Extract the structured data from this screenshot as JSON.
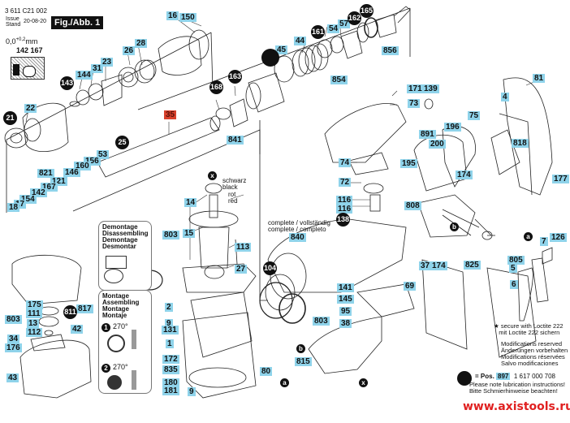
{
  "header": {
    "doc_number": "3 611 C21 002",
    "issue_label": "Issue",
    "stand_label": "Stand",
    "date": "20-08-20",
    "figure": "Fig./Abb. 1"
  },
  "tolerance": {
    "value": "0,0",
    "sup": "+0,2",
    "unit": "mm",
    "parts": "142 167"
  },
  "labels": [
    {
      "id": "16",
      "style": "blue"
    },
    {
      "id": "150",
      "style": "blue"
    },
    {
      "id": "28",
      "style": "blue"
    },
    {
      "id": "26",
      "style": "blue"
    },
    {
      "id": "23",
      "style": "blue"
    },
    {
      "id": "31",
      "style": "blue"
    },
    {
      "id": "144",
      "style": "blue"
    },
    {
      "id": "22",
      "style": "blue"
    },
    {
      "id": "45",
      "style": "blue"
    },
    {
      "id": "44",
      "style": "blue"
    },
    {
      "id": "54",
      "style": "blue"
    },
    {
      "id": "57",
      "style": "blue"
    },
    {
      "id": "856",
      "style": "blue"
    },
    {
      "id": "854",
      "style": "blue"
    },
    {
      "id": "841",
      "style": "blue"
    },
    {
      "id": "35",
      "style": "red"
    },
    {
      "id": "171",
      "style": "blue"
    },
    {
      "id": "139",
      "style": "blue"
    },
    {
      "id": "73",
      "style": "blue"
    },
    {
      "id": "81",
      "style": "blue"
    },
    {
      "id": "4",
      "style": "blue"
    },
    {
      "id": "75",
      "style": "blue"
    },
    {
      "id": "196",
      "style": "blue"
    },
    {
      "id": "891",
      "style": "blue"
    },
    {
      "id": "200",
      "style": "blue"
    },
    {
      "id": "818",
      "style": "blue"
    },
    {
      "id": "195",
      "style": "blue"
    },
    {
      "id": "174",
      "style": "blue"
    },
    {
      "id": "177",
      "style": "blue"
    },
    {
      "id": "74",
      "style": "blue"
    },
    {
      "id": "72",
      "style": "blue"
    },
    {
      "id": "116",
      "style": "blue"
    },
    {
      "id": "808",
      "style": "blue"
    },
    {
      "id": "53",
      "style": "blue"
    },
    {
      "id": "156",
      "style": "blue"
    },
    {
      "id": "160",
      "style": "blue"
    },
    {
      "id": "146",
      "style": "blue"
    },
    {
      "id": "821",
      "style": "blue"
    },
    {
      "id": "121",
      "style": "blue"
    },
    {
      "id": "167",
      "style": "blue"
    },
    {
      "id": "142",
      "style": "blue"
    },
    {
      "id": "154",
      "style": "blue"
    },
    {
      "id": "17",
      "style": "blue"
    },
    {
      "id": "18",
      "style": "blue"
    },
    {
      "id": "14",
      "style": "blue"
    },
    {
      "id": "803",
      "style": "blue"
    },
    {
      "id": "15",
      "style": "blue"
    },
    {
      "id": "113",
      "style": "blue"
    },
    {
      "id": "27",
      "style": "blue"
    },
    {
      "id": "840",
      "style": "blue"
    },
    {
      "id": "825",
      "style": "blue"
    },
    {
      "id": "7",
      "style": "blue"
    },
    {
      "id": "126",
      "style": "blue"
    },
    {
      "id": "805",
      "style": "blue"
    },
    {
      "id": "5",
      "style": "blue"
    },
    {
      "id": "6",
      "style": "blue"
    },
    {
      "id": "37",
      "style": "blue"
    },
    {
      "id": "141",
      "style": "blue"
    },
    {
      "id": "145",
      "style": "blue"
    },
    {
      "id": "95",
      "style": "blue"
    },
    {
      "id": "69",
      "style": "blue"
    },
    {
      "id": "38",
      "style": "blue"
    },
    {
      "id": "80",
      "style": "blue"
    },
    {
      "id": "815",
      "style": "blue"
    },
    {
      "id": "2",
      "style": "blue"
    },
    {
      "id": "9",
      "style": "blue"
    },
    {
      "id": "131",
      "style": "blue"
    },
    {
      "id": "1",
      "style": "blue"
    },
    {
      "id": "172",
      "style": "blue"
    },
    {
      "id": "835",
      "style": "blue"
    },
    {
      "id": "180",
      "style": "blue"
    },
    {
      "id": "181",
      "style": "blue"
    },
    {
      "id": "175",
      "style": "blue"
    },
    {
      "id": "111",
      "style": "blue"
    },
    {
      "id": "13",
      "style": "blue"
    },
    {
      "id": "112",
      "style": "blue"
    },
    {
      "id": "817",
      "style": "blue"
    },
    {
      "id": "42",
      "style": "blue"
    },
    {
      "id": "34",
      "style": "blue"
    },
    {
      "id": "176",
      "style": "blue"
    },
    {
      "id": "43",
      "style": "blue"
    }
  ],
  "lube_bubbles": [
    "143",
    "21",
    "168",
    "163",
    "161",
    "162",
    "165",
    "25",
    "138",
    "104",
    "811"
  ],
  "wire_markers": [
    "x",
    "a",
    "b"
  ],
  "wire_colors": {
    "black_de": "schwarz",
    "black_en": "black",
    "red_de": "rot",
    "red_en": "red"
  },
  "complete_note": {
    "line1": "complete / vollständig",
    "line2": "complete / completo"
  },
  "disassembly_box": {
    "lines": [
      "Demontage",
      "Disassembling",
      "Demontage",
      "Desmontar"
    ]
  },
  "assembly_box": {
    "lines": [
      "Montage",
      "Assembling",
      "Montage",
      "Montaje"
    ],
    "step1": "1",
    "step2": "2",
    "angle": "270°"
  },
  "notes": {
    "loctite_en": "secure with Loctite 222",
    "loctite_de": "mit Loctite 222 sichern",
    "mods": [
      "Modifications reserved",
      "Änderungen vorbehalten",
      "Modifications réservées",
      "Salvo modificaciones"
    ],
    "pos_prefix": "= Pos.",
    "pos_number": "897",
    "pos_part": "1 617 000 708",
    "lube_en": "Please note lubrication instructions!",
    "lube_de": "Bitte Schmierhinweise beachten!"
  },
  "watermark": "www.axistools.ru",
  "colors": {
    "label_bg": "#8fd3ea",
    "highlight_bg": "#d9412c",
    "watermark": "#e02020"
  }
}
